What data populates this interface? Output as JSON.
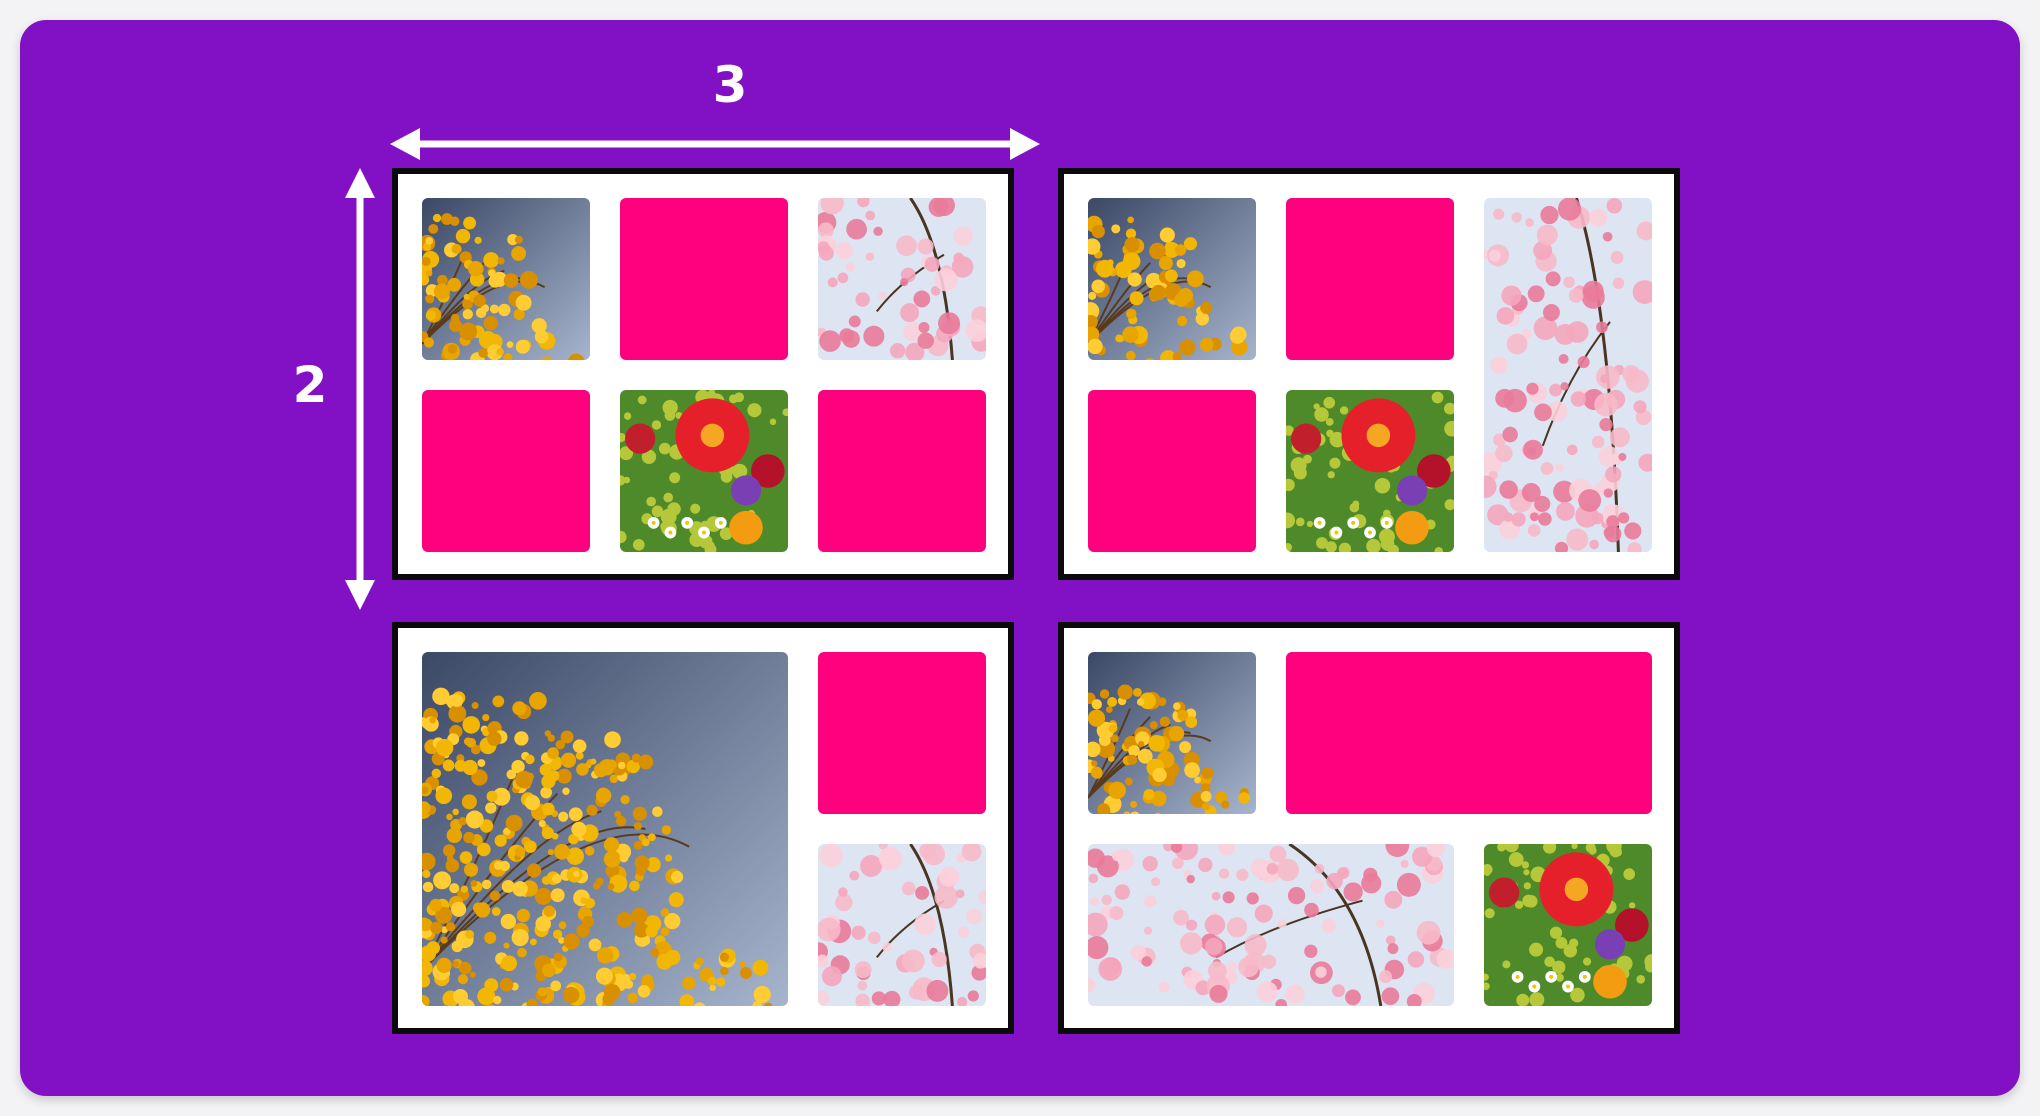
{
  "colors": {
    "background": "#8210c4",
    "frame_border": "#0a0a0a",
    "frame_fill": "#ffffff",
    "empty_cell": "#ff007f",
    "annotation": "#ffffff"
  },
  "annotations": {
    "columns_label": "3",
    "rows_label": "2"
  },
  "grids": [
    {
      "columns": 3,
      "rows": 2,
      "items": [
        {
          "type": "photo",
          "image": "yellow-blossom-photo",
          "col": 1,
          "row": 1,
          "col_span": 1,
          "row_span": 1
        },
        {
          "type": "empty",
          "col": 2,
          "row": 1,
          "col_span": 1,
          "row_span": 1
        },
        {
          "type": "photo",
          "image": "pink-blossom-photo",
          "col": 3,
          "row": 1,
          "col_span": 1,
          "row_span": 1
        },
        {
          "type": "empty",
          "col": 1,
          "row": 2,
          "col_span": 1,
          "row_span": 1
        },
        {
          "type": "photo",
          "image": "flower-bouquet-photo",
          "col": 2,
          "row": 2,
          "col_span": 1,
          "row_span": 1
        },
        {
          "type": "empty",
          "col": 3,
          "row": 2,
          "col_span": 1,
          "row_span": 1
        }
      ]
    },
    {
      "columns": 3,
      "rows": 2,
      "items": [
        {
          "type": "photo",
          "image": "yellow-blossom-photo",
          "col": 1,
          "row": 1,
          "col_span": 1,
          "row_span": 1
        },
        {
          "type": "empty",
          "col": 2,
          "row": 1,
          "col_span": 1,
          "row_span": 1
        },
        {
          "type": "photo",
          "image": "pink-blossom-photo",
          "col": 3,
          "row": 1,
          "col_span": 1,
          "row_span": 2
        },
        {
          "type": "empty",
          "col": 1,
          "row": 2,
          "col_span": 1,
          "row_span": 1
        },
        {
          "type": "photo",
          "image": "flower-bouquet-photo",
          "col": 2,
          "row": 2,
          "col_span": 1,
          "row_span": 1
        }
      ]
    },
    {
      "columns": 3,
      "rows": 2,
      "items": [
        {
          "type": "photo",
          "image": "yellow-blossom-photo",
          "col": 1,
          "row": 1,
          "col_span": 2,
          "row_span": 2
        },
        {
          "type": "empty",
          "col": 3,
          "row": 1,
          "col_span": 1,
          "row_span": 1
        },
        {
          "type": "photo",
          "image": "pink-blossom-photo",
          "col": 3,
          "row": 2,
          "col_span": 1,
          "row_span": 1
        }
      ]
    },
    {
      "columns": 3,
      "rows": 2,
      "items": [
        {
          "type": "photo",
          "image": "yellow-blossom-photo",
          "col": 1,
          "row": 1,
          "col_span": 1,
          "row_span": 1
        },
        {
          "type": "empty",
          "col": 2,
          "row": 1,
          "col_span": 2,
          "row_span": 1
        },
        {
          "type": "photo",
          "image": "pink-blossom-photo",
          "col": 1,
          "row": 2,
          "col_span": 2,
          "row_span": 1
        },
        {
          "type": "photo",
          "image": "flower-bouquet-photo",
          "col": 3,
          "row": 2,
          "col_span": 1,
          "row_span": 1
        }
      ]
    }
  ]
}
